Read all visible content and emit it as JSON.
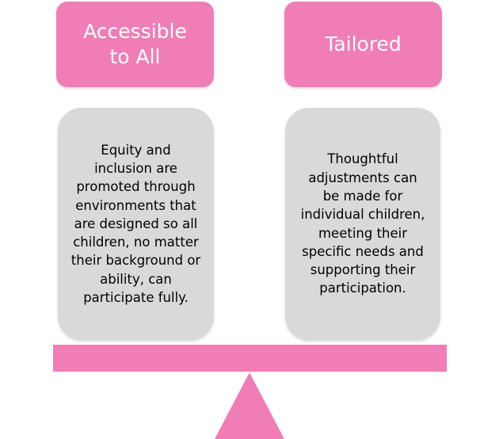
{
  "left": {
    "title": "Accessible to All",
    "description": "Equity and inclusion are promoted through environments that are designed so all children, no matter their background or ability, can participate fully."
  },
  "right": {
    "title": "Tailored",
    "description": "Thoughtful adjustments can be made for individual children, meeting their specific needs and supporting their participation."
  },
  "colors": {
    "accent": "#f07db6",
    "box_fill": "#d9d9d9"
  }
}
